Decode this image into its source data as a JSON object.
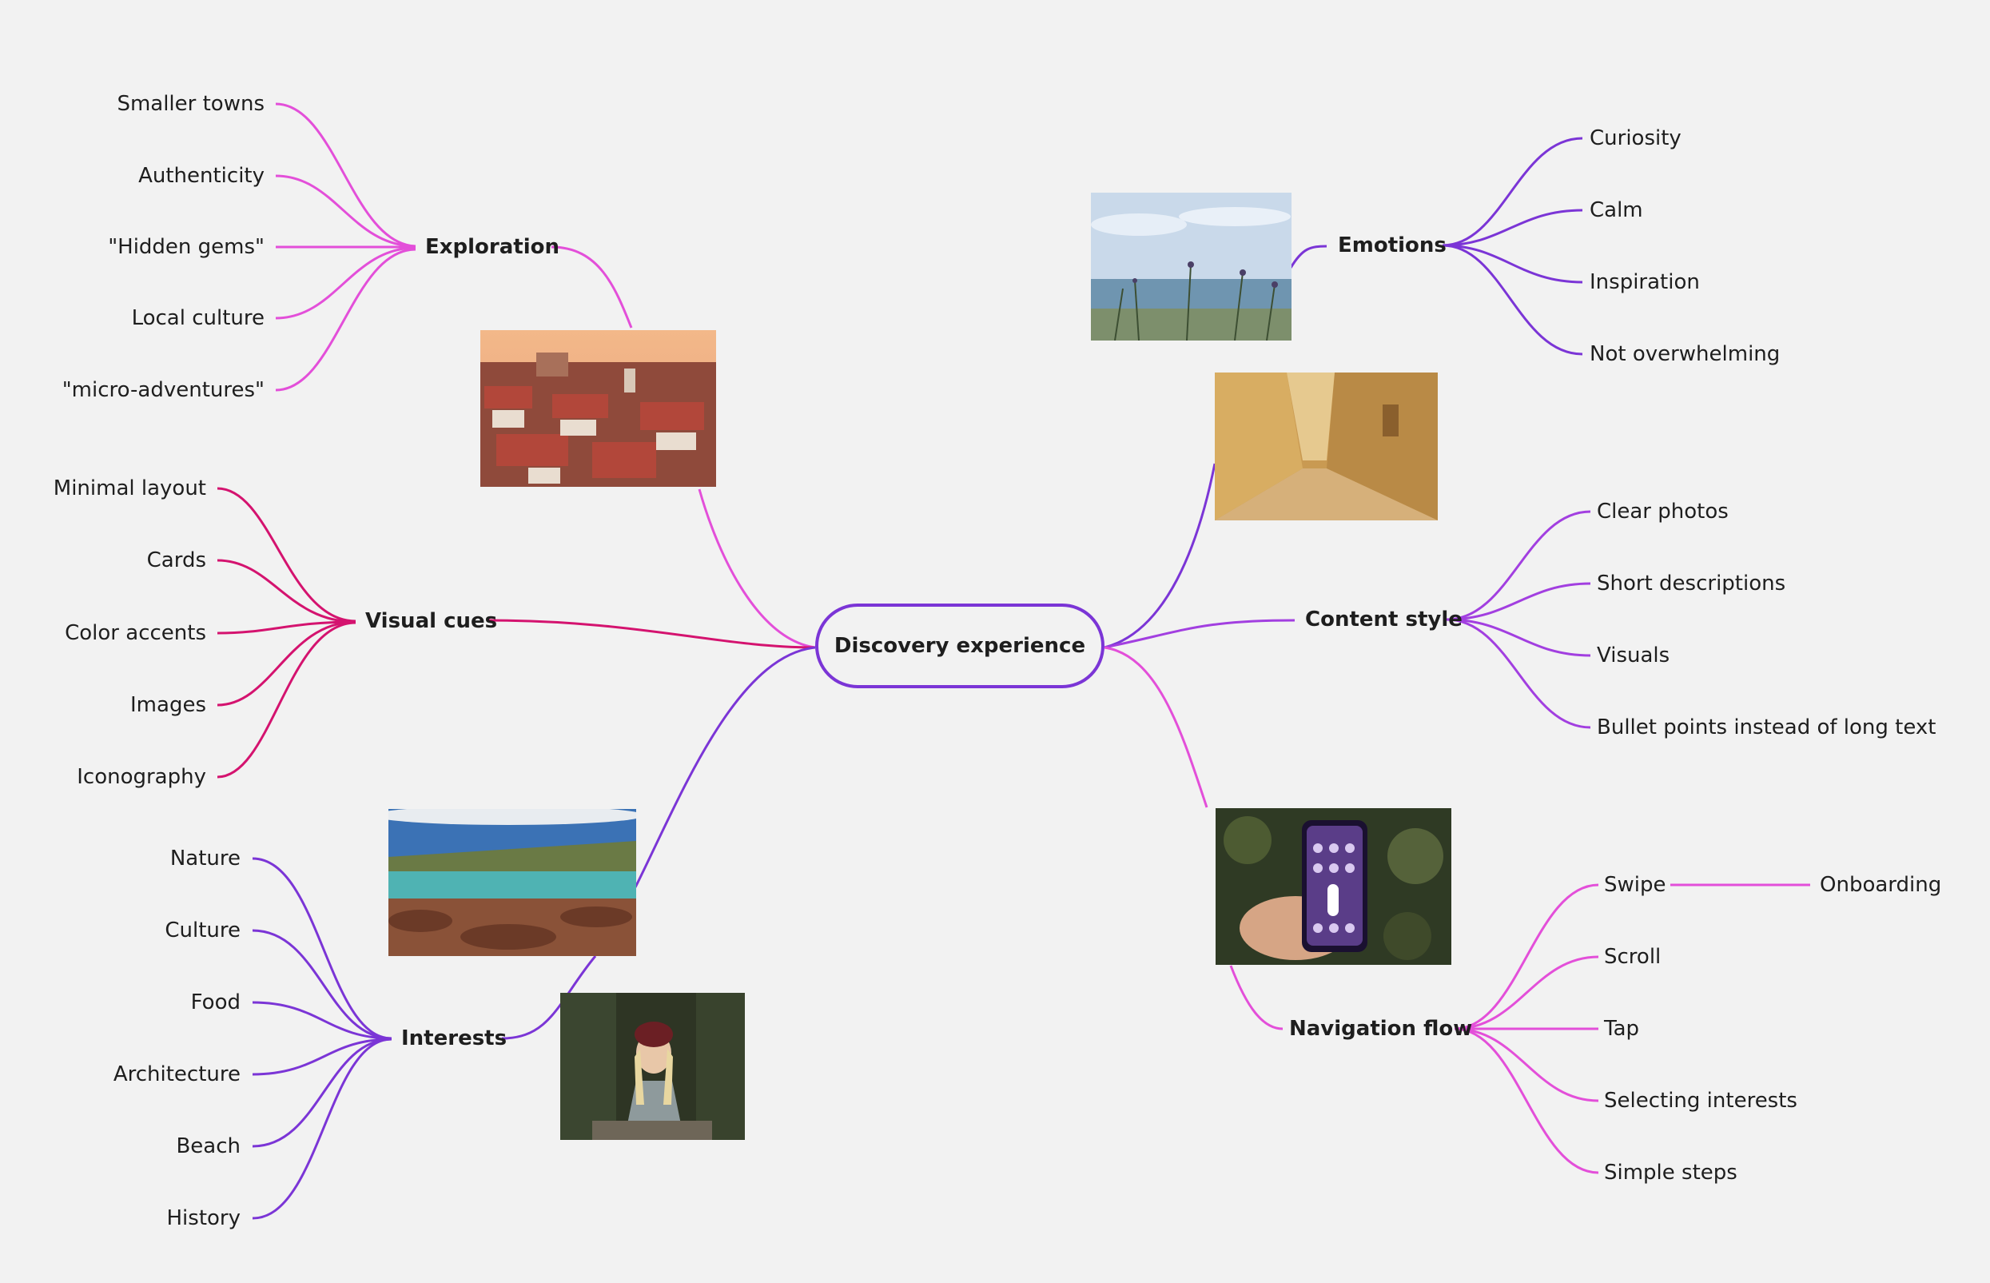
{
  "center": {
    "label": "Discovery experience"
  },
  "branches": {
    "exploration": {
      "label": "Exploration",
      "color": "#e34fd9",
      "items": [
        "Smaller towns",
        "Authenticity",
        "\"Hidden gems\"",
        "Local culture",
        "\"micro-adventures\""
      ]
    },
    "visual_cues": {
      "label": "Visual cues",
      "color": "#d4136f",
      "items": [
        "Minimal layout",
        "Cards",
        "Color accents",
        "Images",
        "Iconography"
      ]
    },
    "interests": {
      "label": "Interests",
      "color": "#7b35d6",
      "items": [
        "Nature",
        "Culture",
        "Food",
        "Architecture",
        "Beach",
        "History"
      ]
    },
    "emotions": {
      "label": "Emotions",
      "color": "#7b35d6",
      "items": [
        "Curiosity",
        "Calm",
        "Inspiration",
        "Not overwhelming"
      ]
    },
    "content_style": {
      "label": "Content style",
      "color": "#a23fe0",
      "items": [
        "Clear photos",
        "Short descriptions",
        "Visuals",
        "Bullet points instead of long text"
      ]
    },
    "navigation_flow": {
      "label": "Navigation flow",
      "color": "#e34fd9",
      "items": [
        "Swipe",
        "Scroll",
        "Tap",
        "Selecting interests",
        "Simple steps"
      ],
      "sub": {
        "Swipe": "Onboarding"
      }
    }
  },
  "images": {
    "exploration": "town-rooftops-photo",
    "emotions": "seaside-plants-photo",
    "content_style": "stone-alley-photo",
    "navigation_flow": "phone-in-hand-photo",
    "interests_top": "rocky-beach-photo",
    "interests_bottom": "hiker-woman-photo"
  }
}
